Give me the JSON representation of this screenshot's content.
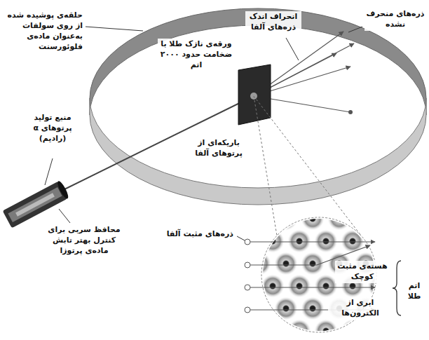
{
  "diagram": {
    "labels": [
      "حلقه‌ی پوشیده شده از روی سولفات به‌عنوان ماده‌ی فلوئورسنت",
      "انحراف اندک ذره‌های آلفا",
      "ذره‌های منحرف نشده",
      "ورقه‌ی نازک طلا با ضخامت حدود ۲۰۰۰ اتم",
      "باریکه‌ای از پرتوهای آلفا",
      "منبع تولید پرتوهای α (رادیم)",
      "محافظ سربی برای کنترل بهتر تابش ماده‌ی پرتوزا",
      "ذره‌های مثبت آلفا",
      "هسته‌ی مثبت کوچک",
      "ابری از الکترون‌ها",
      "اتم طلا"
    ]
  }
}
